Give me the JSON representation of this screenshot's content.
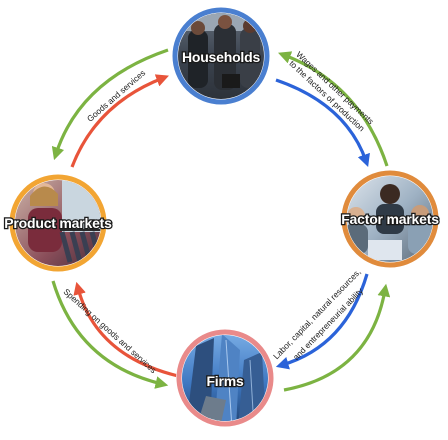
{
  "nodes": {
    "households": {
      "label": "Households",
      "ring_color": "#4a7fd0"
    },
    "product_markets": {
      "label": "Product markets",
      "ring_color": "#f2a533"
    },
    "factor_markets": {
      "label": "Factor markets",
      "ring_color": "#e08b3c"
    },
    "firms": {
      "label": "Firms",
      "ring_color": "#e98a8a"
    }
  },
  "flows": {
    "goods_and_services": "Goods and services",
    "wages_line1": "Wages and other payments",
    "wages_line2": "to the factors of production",
    "spending": "Spending on goods and services",
    "labor_line1": "Labor, capital, natural resources,",
    "labor_line2": "and entrepreneurial ability"
  },
  "colors": {
    "green_flow": "#7cb342",
    "red_flow": "#e8543a",
    "blue_flow": "#2b63d9"
  }
}
